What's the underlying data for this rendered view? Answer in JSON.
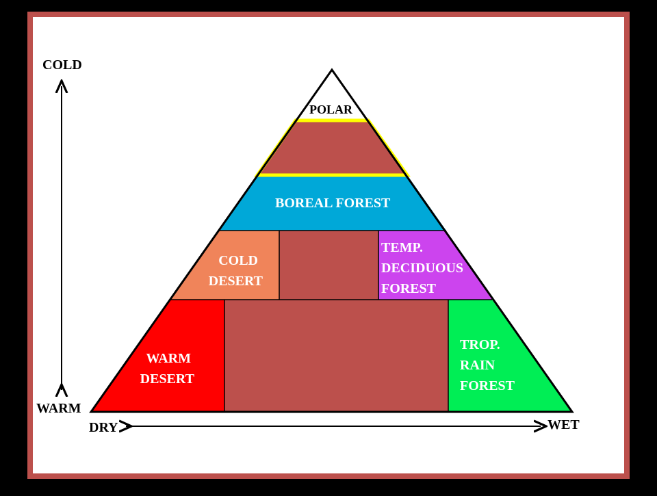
{
  "axes": {
    "top_label": "COLD",
    "bottom_label": "WARM",
    "left_label": "DRY",
    "right_label": "WET"
  },
  "zones": {
    "polar": {
      "label": "POLAR",
      "color": "#ffffff"
    },
    "tundra": {
      "label": "",
      "color": "#bc504c",
      "highlight": "#ffff00"
    },
    "boreal": {
      "label": "BOREAL FOREST",
      "color": "#00a8d8"
    },
    "cold_desert": {
      "lines": [
        "COLD",
        "DESERT"
      ],
      "color": "#f0845a"
    },
    "temperate_grassland": {
      "label": "",
      "color": "#bc504c"
    },
    "temp_deciduous": {
      "lines": [
        "TEMP.",
        "DECIDUOUS",
        "FOREST"
      ],
      "color": "#cc44ee"
    },
    "warm_desert": {
      "lines": [
        "WARM",
        "DESERT"
      ],
      "color": "#ff0000"
    },
    "savanna": {
      "label": "",
      "color": "#bc504c"
    },
    "trop_rain_forest": {
      "lines": [
        "TROP.",
        "RAIN",
        "FOREST"
      ],
      "color": "#00ee55"
    }
  },
  "colors": {
    "frame": "#bc504c",
    "background": "#ffffff",
    "outer": "#000000"
  }
}
